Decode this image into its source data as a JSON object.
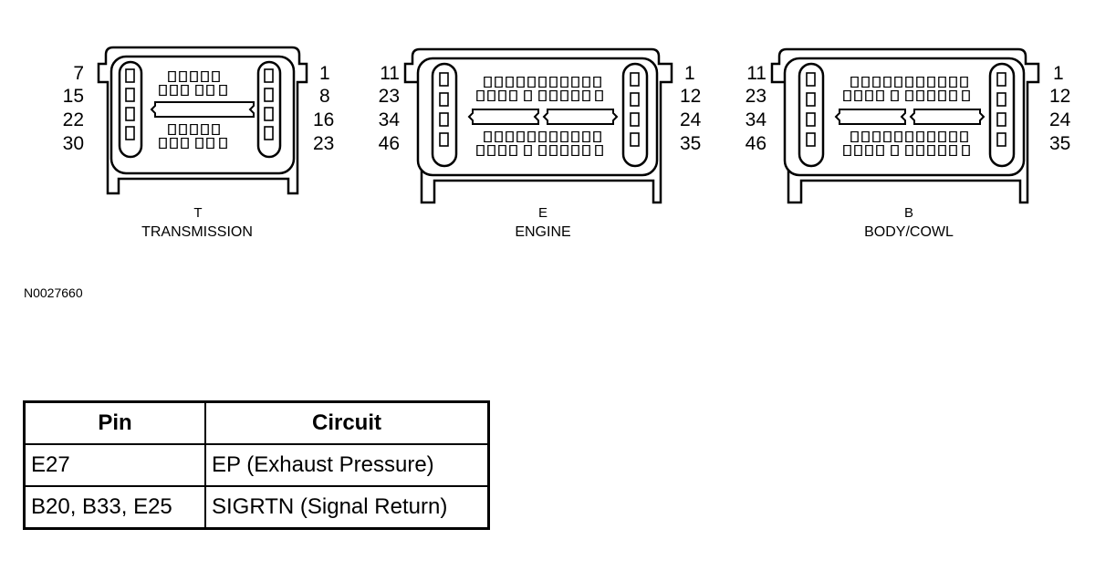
{
  "connectors": [
    {
      "id": "transmission",
      "letter": "T",
      "name": "TRANSMISSION",
      "left_pins": [
        "7",
        "15",
        "22",
        "30"
      ],
      "right_pins": [
        "1",
        "8",
        "16",
        "23"
      ]
    },
    {
      "id": "engine",
      "letter": "E",
      "name": "ENGINE",
      "left_pins": [
        "11",
        "23",
        "34",
        "46"
      ],
      "right_pins": [
        "1",
        "12",
        "24",
        "35"
      ]
    },
    {
      "id": "body-cowl",
      "letter": "B",
      "name": "BODY/COWL",
      "left_pins": [
        "11",
        "23",
        "34",
        "46"
      ],
      "right_pins": [
        "1",
        "12",
        "24",
        "35"
      ]
    }
  ],
  "reference_code": "N0027660",
  "table": {
    "headers": [
      "Pin",
      "Circuit"
    ],
    "rows": [
      [
        "E27",
        "EP (Exhaust Pressure)"
      ],
      [
        "B20, B33, E25",
        "SIGRTN (Signal Return)"
      ]
    ]
  }
}
